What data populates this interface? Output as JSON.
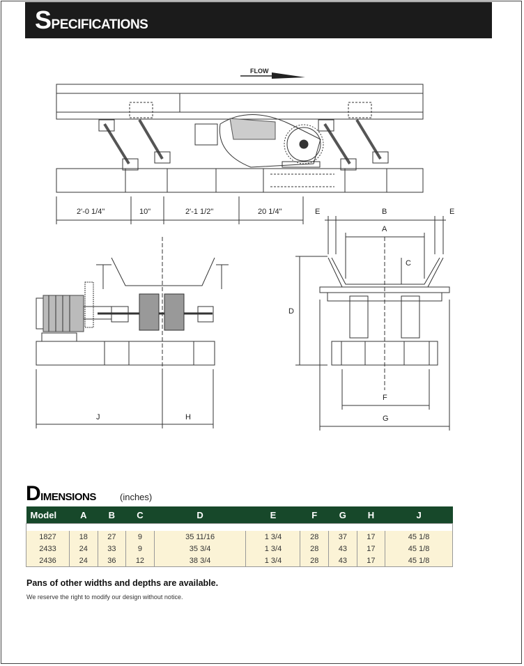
{
  "header": {
    "title": "Specifications"
  },
  "drawing": {
    "flow_label": "FLOW",
    "side_dims": [
      "2'-0 1/4\"",
      "10\"",
      "2'-1 1/2\"",
      "20 1/4\""
    ],
    "end_letters": {
      "e_left": "E",
      "b": "B",
      "e_right": "E",
      "a": "A",
      "c": "C",
      "d": "D",
      "f": "F",
      "g": "G"
    },
    "front_letters": {
      "j": "J",
      "h": "H"
    }
  },
  "dimensions": {
    "title": "Dimensions",
    "unit": "(inches)",
    "columns": [
      "Model",
      "A",
      "B",
      "C",
      "D",
      "E",
      "F",
      "G",
      "H",
      "J"
    ],
    "rows": [
      [
        "1827",
        "18",
        "27",
        "9",
        "35 11/16",
        "1 3/4",
        "28",
        "37",
        "17",
        "45 1/8"
      ],
      [
        "2433",
        "24",
        "33",
        "9",
        "35 3/4",
        "1 3/4",
        "28",
        "43",
        "17",
        "45 1/8"
      ],
      [
        "2436",
        "24",
        "36",
        "12",
        "38 3/4",
        "1 3/4",
        "28",
        "43",
        "17",
        "45 1/8"
      ]
    ]
  },
  "notes": {
    "availability": "Pans of other widths and depths are available.",
    "disclaimer": "We reserve the right to modify our design without notice."
  }
}
